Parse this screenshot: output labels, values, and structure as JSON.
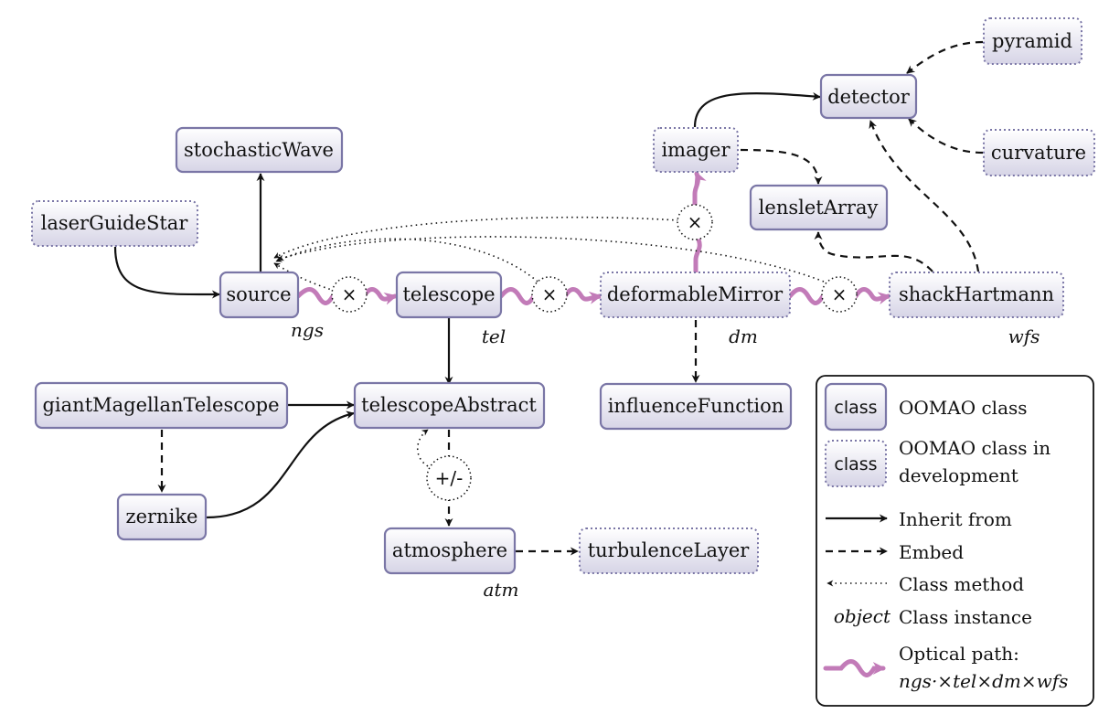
{
  "nodes": {
    "pyramid": "pyramid",
    "detector": "detector",
    "imager": "imager",
    "curvature": "curvature",
    "stochasticWave": "stochasticWave",
    "lensletArray": "lensletArray",
    "laserGuideStar": "laserGuideStar",
    "source": "source",
    "telescope": "telescope",
    "deformableMirror": "deformableMirror",
    "shackHartmann": "shackHartmann",
    "giantMagellanTelescope": "giantMagellanTelescope",
    "telescopeAbstract": "telescopeAbstract",
    "influenceFunction": "influenceFunction",
    "zernike": "zernike",
    "atmosphere": "atmosphere",
    "turbulenceLayer": "turbulenceLayer"
  },
  "instances": {
    "ngs": "ngs",
    "tel": "tel",
    "dm": "dm",
    "wfs": "wfs",
    "atm": "atm"
  },
  "operators": {
    "times": "×",
    "plus_minus": "+/-"
  },
  "legend": {
    "class_box": "class",
    "oomao_class": "OOMAO class",
    "dev_box": "class",
    "dev_line1": "OOMAO class in",
    "dev_line2": "development",
    "inherit": "Inherit from",
    "embed": "Embed",
    "method": "Class method",
    "object_word": "object",
    "instance": "Class instance",
    "optical_line1": "Optical path:",
    "optical_line2": "ngs·×tel×dm×wfs"
  },
  "colors": {
    "box_border": "#7a76a6",
    "box_fill_top": "#ffffff",
    "box_fill_bottom": "#d9d7e8",
    "optical_path": "#c27bb8",
    "line": "#111111"
  }
}
